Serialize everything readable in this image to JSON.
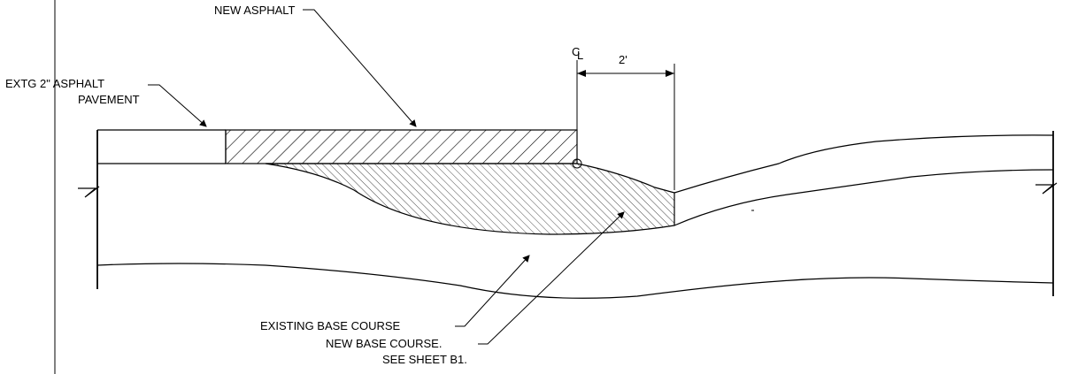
{
  "labels": {
    "new_asphalt": "NEW ASPHALT",
    "existing_asphalt_line1": "EXTG 2\" ASPHALT",
    "existing_asphalt_line2": "PAVEMENT",
    "centerline_symbol": "C",
    "centerline_subscript": "L",
    "dimension": "2'",
    "existing_base_course": "EXISTING BASE COURSE",
    "new_base_course_line1": "NEW BASE COURSE.",
    "new_base_course_line2": "SEE SHEET B1."
  }
}
